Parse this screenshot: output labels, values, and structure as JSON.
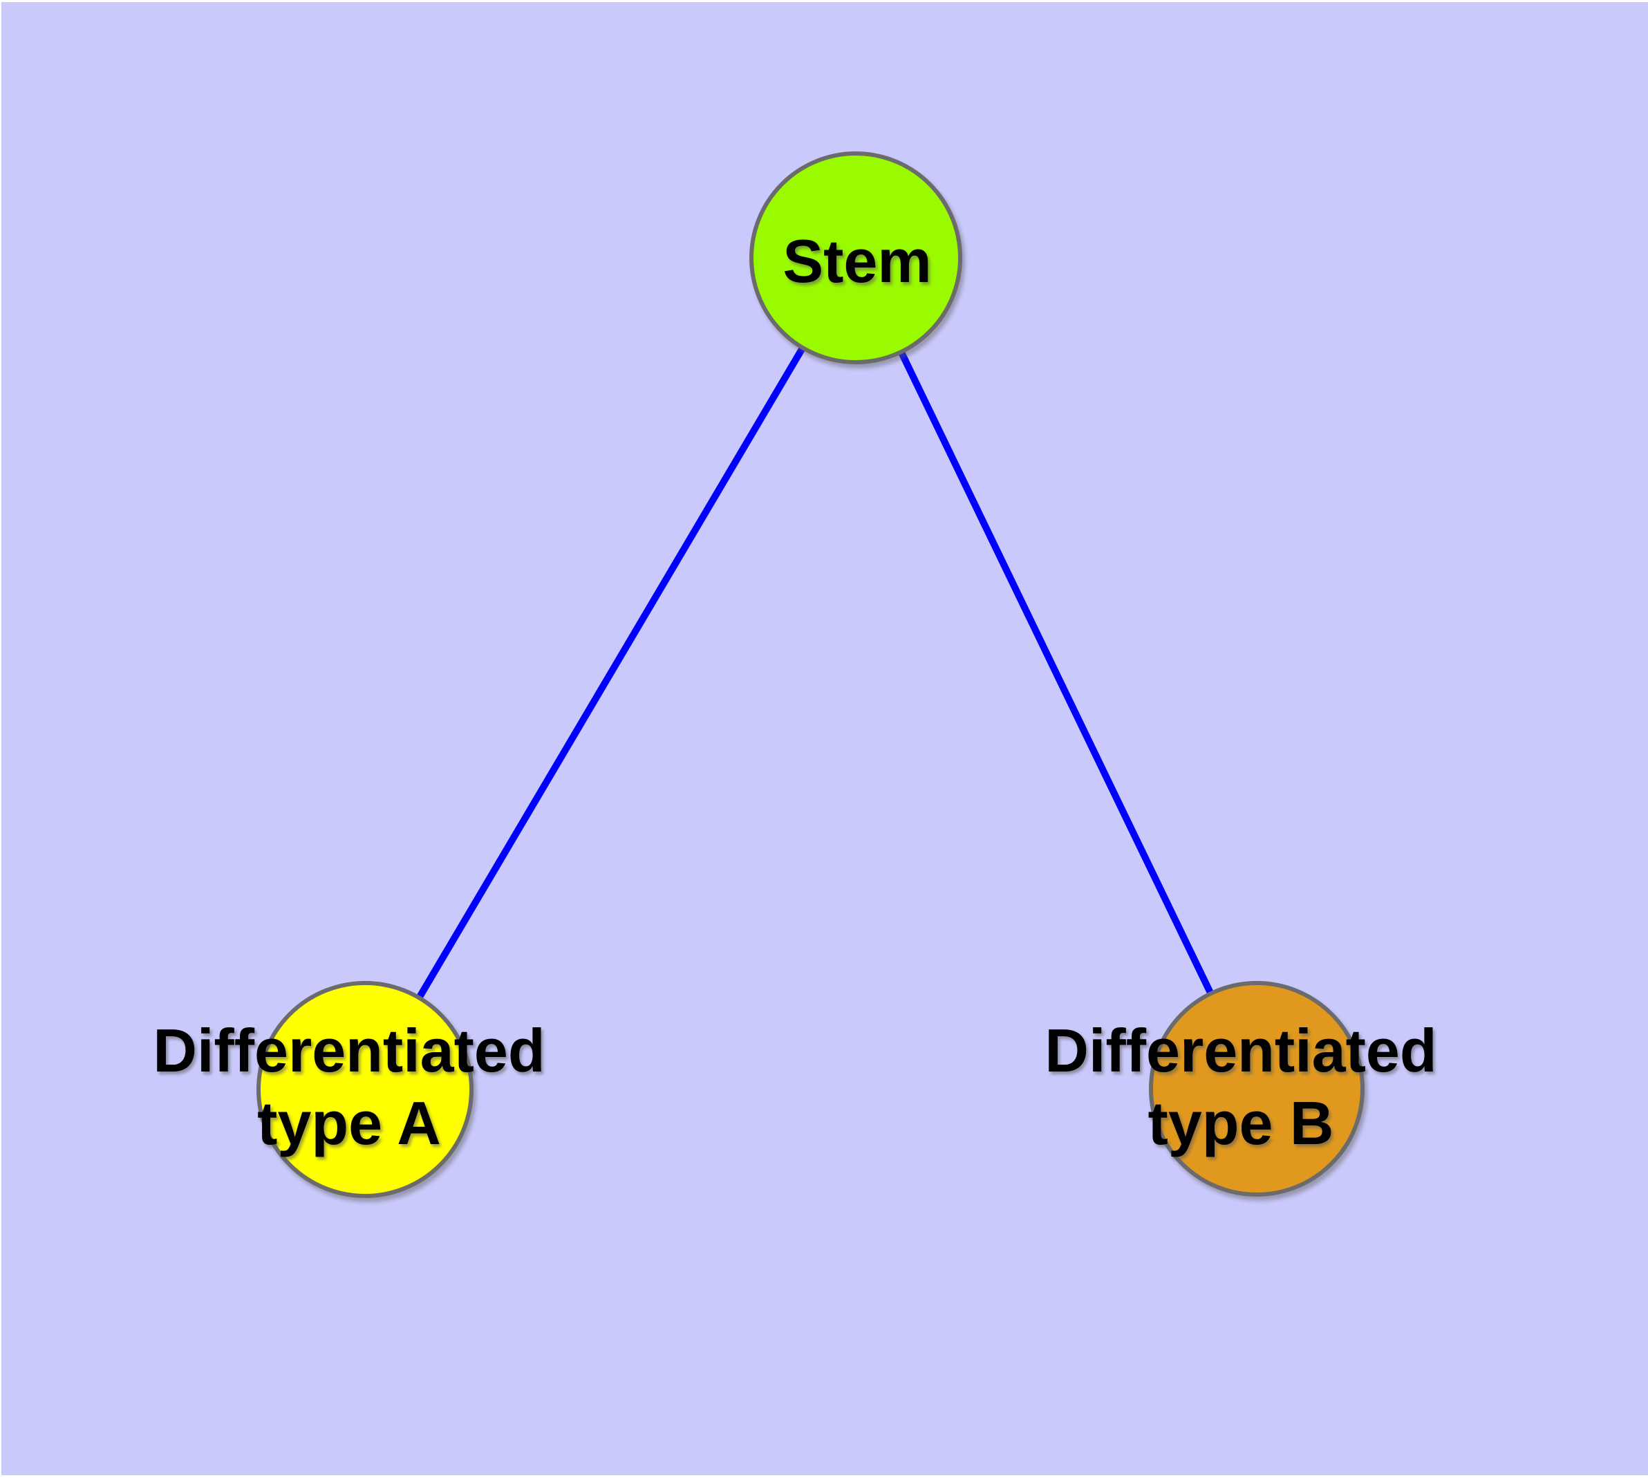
{
  "diagram": {
    "type": "graph",
    "colors": {
      "background": "#c9c9fb",
      "page_margin": "#ffffff",
      "edge": "#0000ff",
      "node_border": "#6b6b6b",
      "label_text": "#000000"
    },
    "nodes": [
      {
        "id": "stem",
        "label": "Stem",
        "label_lines": [
          "Stem"
        ],
        "fill": "#9afa00"
      },
      {
        "id": "differentiated-type-a",
        "label": "Differentiated type A",
        "label_lines": [
          "Differentiated",
          "type A"
        ],
        "fill": "#ffff00"
      },
      {
        "id": "differentiated-type-b",
        "label": "Differentiated type B",
        "label_lines": [
          "Differentiated",
          "type B"
        ],
        "fill": "#e0991e"
      }
    ],
    "edges": [
      {
        "from": "Stem",
        "to": "Differentiated type A"
      },
      {
        "from": "Stem",
        "to": "Differentiated type B"
      }
    ]
  }
}
